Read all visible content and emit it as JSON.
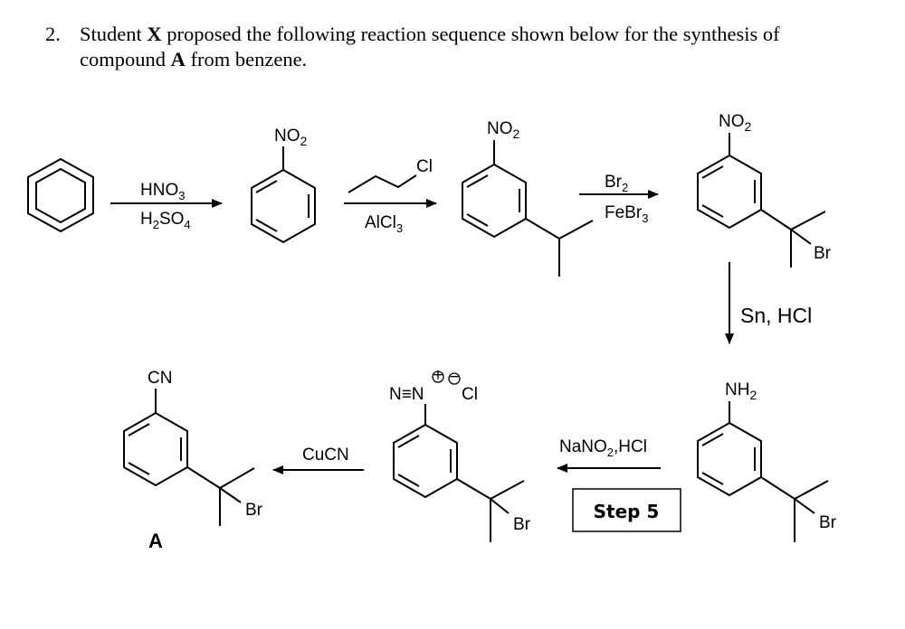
{
  "question": {
    "number": "2.",
    "line1_pre": "Student ",
    "student": "X",
    "line1_post": " proposed the following reaction sequence shown below for the synthesis of",
    "line2_pre": "compound ",
    "compound": "A",
    "line2_post": " from benzene."
  },
  "labels": {
    "no2": "NO",
    "no2_sub": "2",
    "hno3": "HNO",
    "hno3_sub": "3",
    "h2so4_h": "H",
    "h2so4_sub1": "2",
    "h2so4_so": "SO",
    "h2so4_sub2": "4",
    "cl": "Cl",
    "alcl3": "AlCl",
    "alcl3_sub": "3",
    "br2": "Br",
    "br2_sub": "2",
    "febr3": "FeBr",
    "febr3_sub": "3",
    "br": "Br",
    "sn_hcl": "Sn, HCl",
    "nh2": "NH",
    "nh2_sub": "2",
    "nano2_pre": "NaNO",
    "nano2_sub": "2",
    "nano2_post": ",HCl",
    "step5": "Step 5",
    "diazo": "N≡N",
    "plus": "+",
    "minus": "−",
    "cucn": "CuCN",
    "cn": "CN",
    "compound_a": "A"
  }
}
